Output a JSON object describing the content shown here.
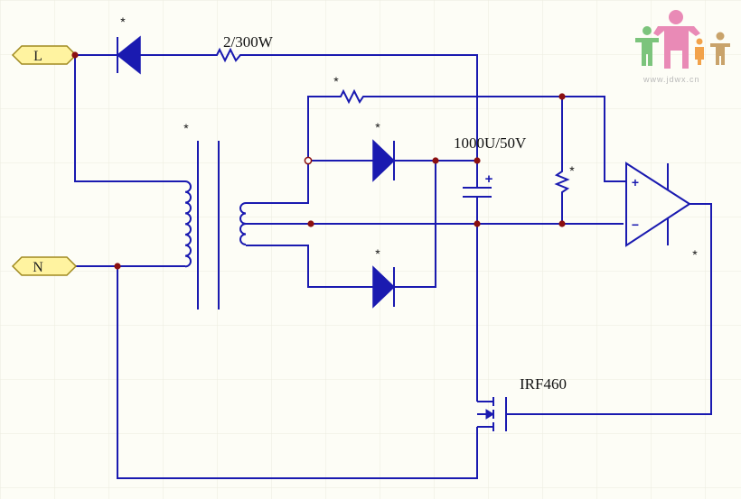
{
  "ports": {
    "line_label": "L",
    "neutral_label": "N"
  },
  "components": {
    "series_resistor_label": "2/300W",
    "capacitor_label": "1000U/50V",
    "mosfet_label": "IRF460",
    "opamp_plus": "+",
    "opamp_minus": "−",
    "cap_polarity": "+"
  },
  "markers": {
    "unspecified": "*"
  },
  "watermark": {
    "text": "www.jdwx.cn"
  },
  "colors": {
    "wire": "#1a1ab0",
    "node": "#8b1010",
    "port_fill": "#fff3a0",
    "port_stroke": "#a08a20",
    "grid": "#ececdf"
  }
}
